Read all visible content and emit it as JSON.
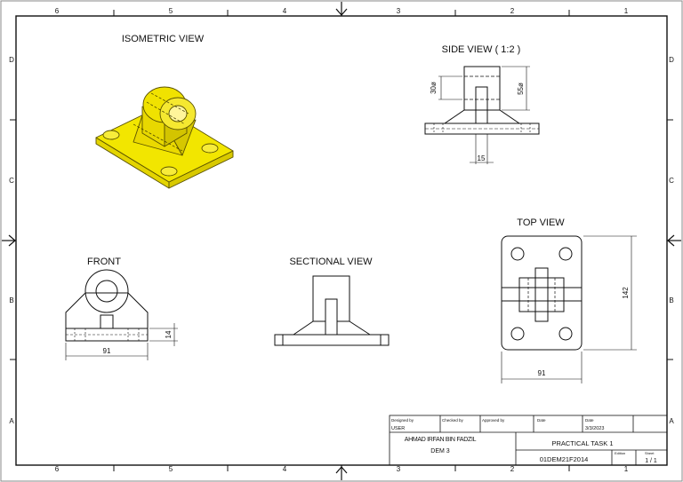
{
  "zones": {
    "columns": [
      "6",
      "5",
      "4",
      "3",
      "2",
      "1"
    ],
    "rows": [
      "D",
      "C",
      "B",
      "A"
    ]
  },
  "views": {
    "isometric": "ISOMETRIC VIEW",
    "side": "SIDE VIEW ( 1:2 )",
    "top": "TOP VIEW",
    "front": "FRONT",
    "sectional": "SECTIONAL VIEW"
  },
  "dimensions": {
    "side_inner_dia": "30ø",
    "side_outer_dia": "55ø",
    "side_slot": "15",
    "top_length": "142",
    "top_width": "91",
    "front_width": "91",
    "front_height": "14"
  },
  "title_block": {
    "designed_by_label": "Designed by",
    "designed_by": "USER",
    "checked_by_label": "Checked by",
    "approved_by_label": "Approved by",
    "date_label_1": "Date",
    "date_label_2": "Date",
    "date": "3/3/2023",
    "author": "AHMAD IRFAN BIN FADZIL",
    "class": "DEM 3",
    "title": "PRACTICAL TASK 1",
    "drawing_no": "01DEM21F2014",
    "edition_label": "Edition",
    "sheet_label": "Sheet",
    "sheet": "1 / 1"
  },
  "colors": {
    "line": "#111111",
    "hidden": "#333333",
    "iso_fill": "#f2e600",
    "iso_edge": "#5a5200"
  }
}
